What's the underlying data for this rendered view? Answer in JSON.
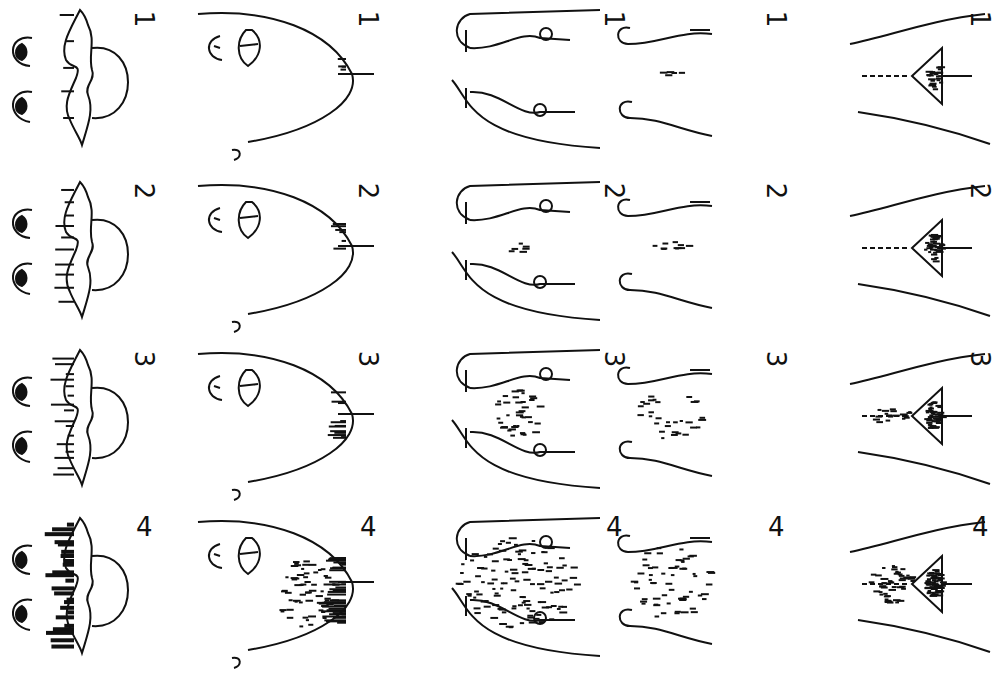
{
  "diagram": {
    "labels": [
      "1",
      "1",
      "1",
      "1",
      "1",
      "2",
      "2",
      "2",
      "2",
      "2",
      "3",
      "3",
      "3",
      "3",
      "3",
      "4",
      "4",
      "4",
      "4",
      "4"
    ]
  }
}
